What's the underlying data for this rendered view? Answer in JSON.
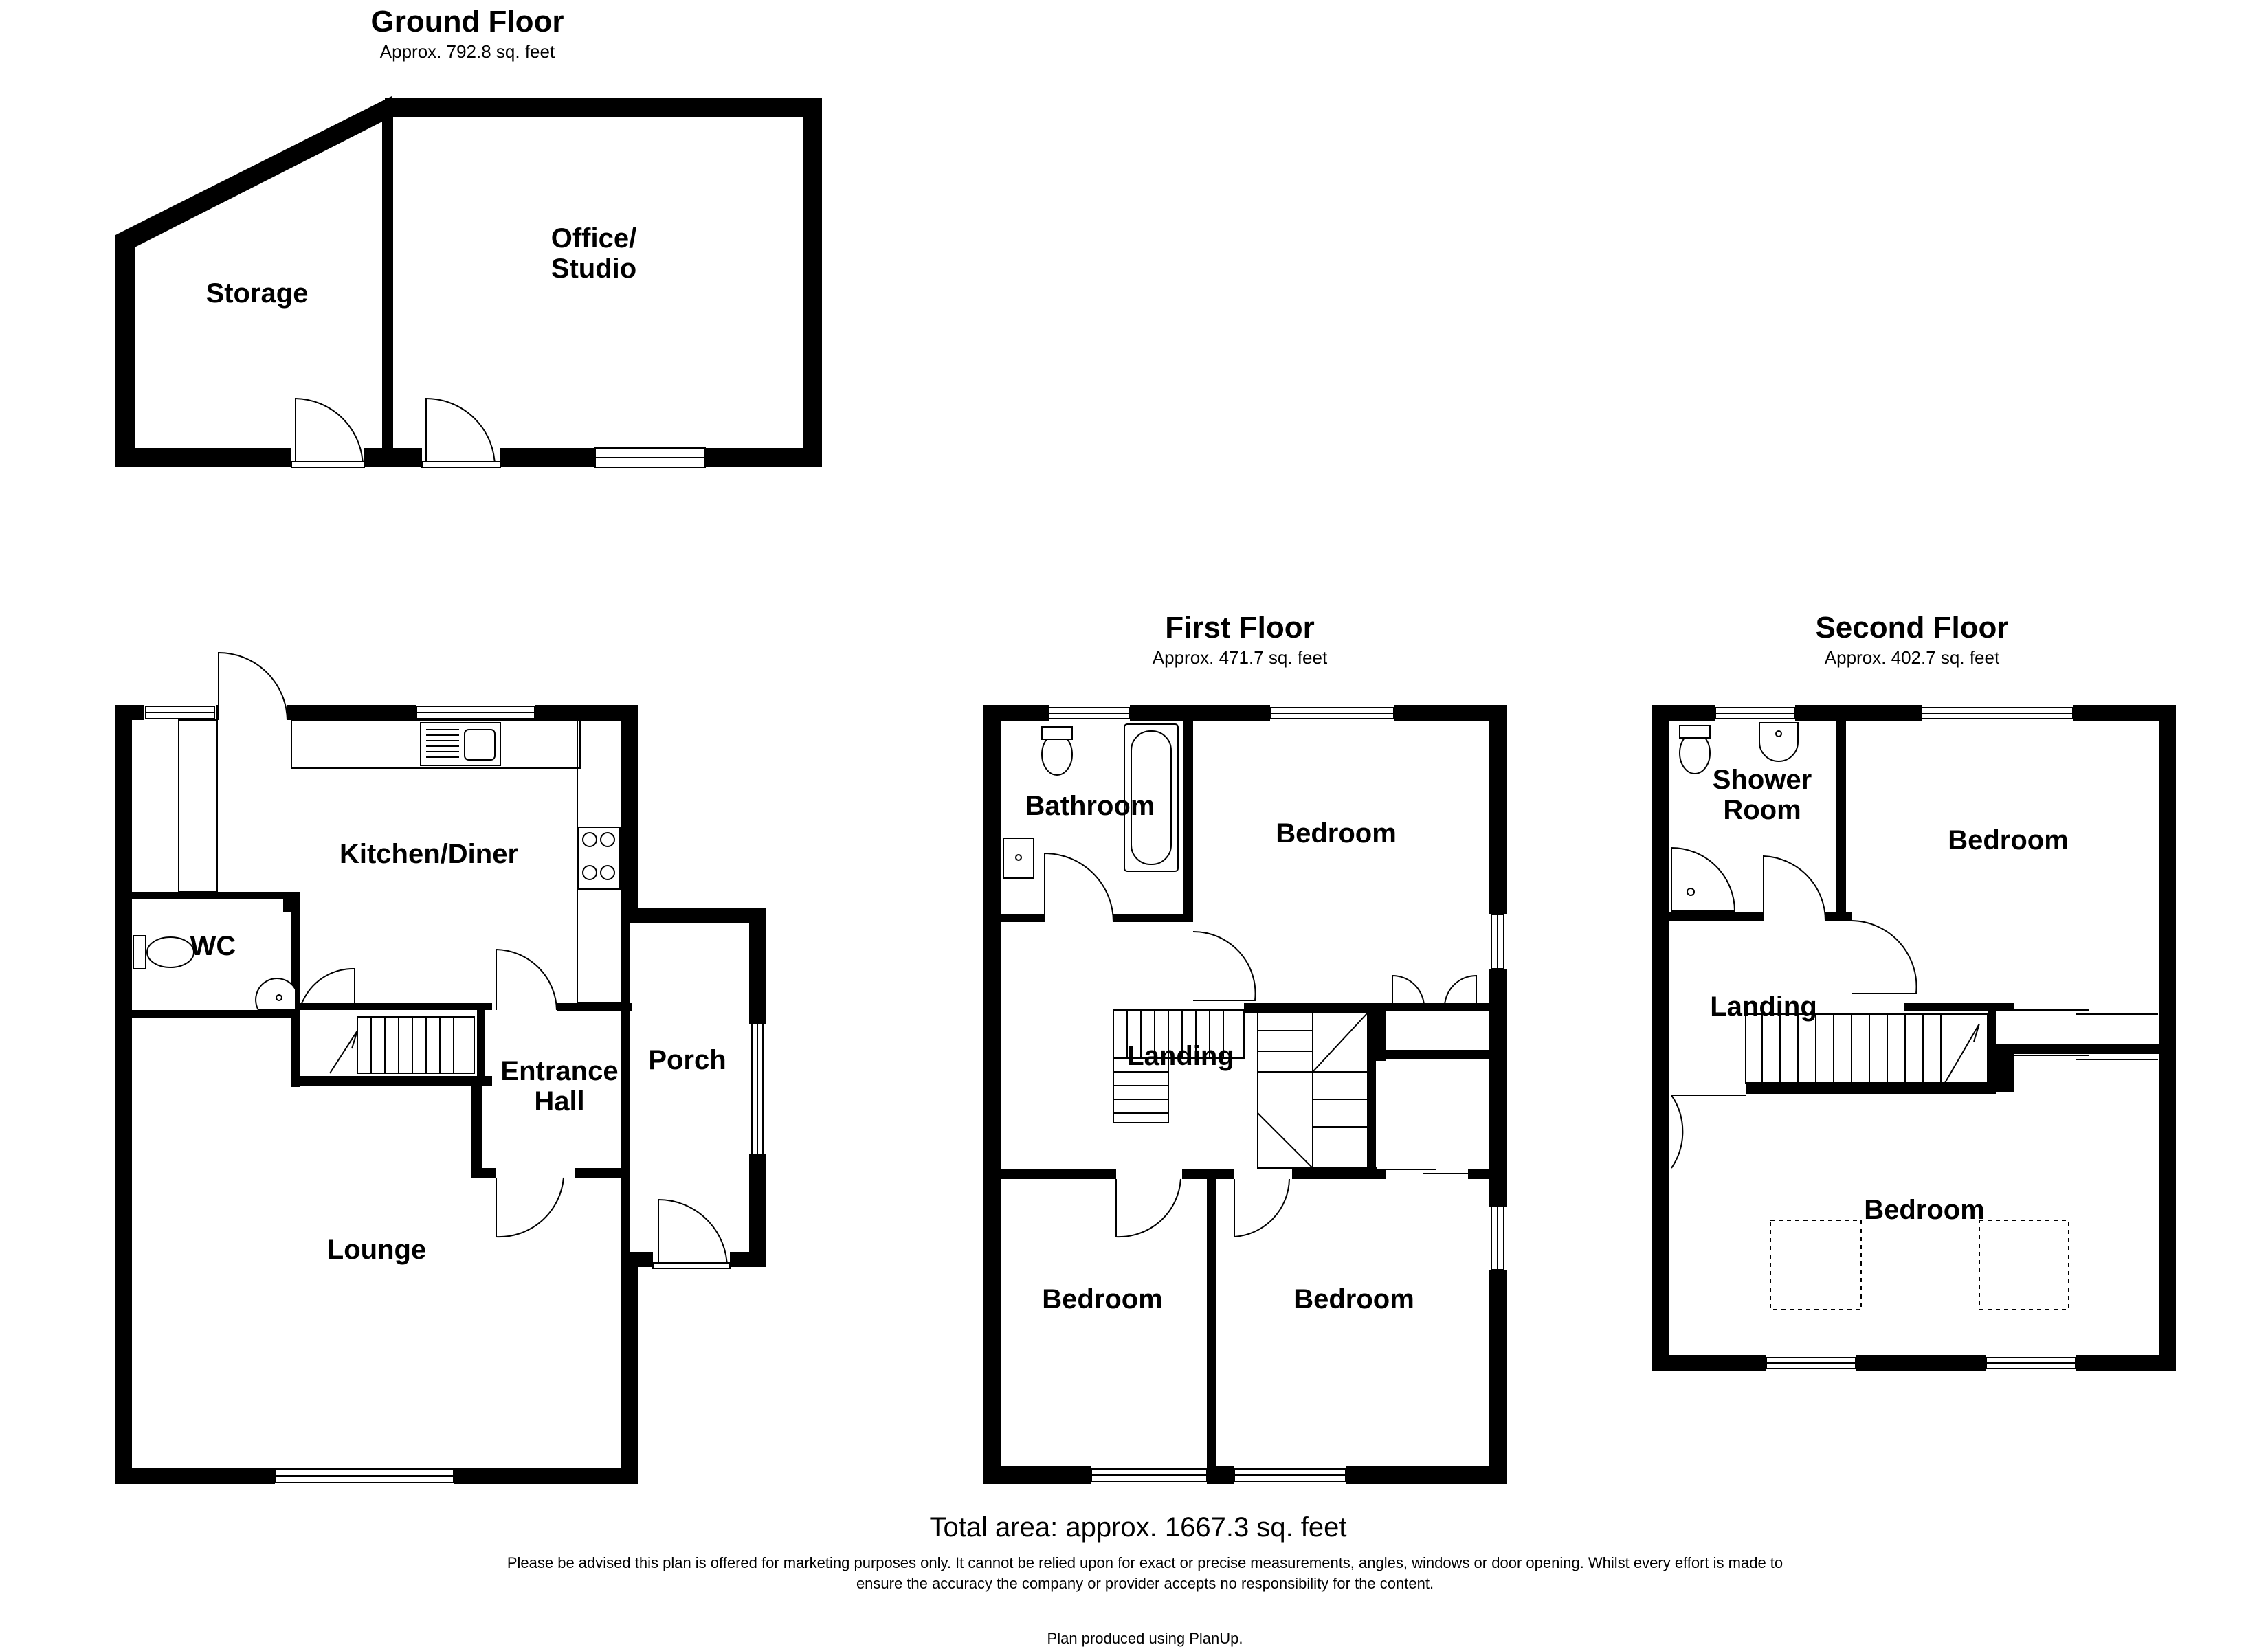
{
  "floors": {
    "ground": {
      "title": "Ground Floor",
      "area": "Approx. 792.8 sq. feet"
    },
    "first": {
      "title": "First Floor",
      "area": "Approx. 471.7 sq. feet"
    },
    "second": {
      "title": "Second Floor",
      "area": "Approx. 402.7 sq. feet"
    }
  },
  "rooms": {
    "storage": "Storage",
    "office_1": "Office/",
    "office_2": "Studio",
    "kitchen": "Kitchen/Diner",
    "wc": "WC",
    "entrance_1": "Entrance",
    "entrance_2": "Hall",
    "porch": "Porch",
    "lounge": "Lounge",
    "bathroom": "Bathroom",
    "ff_bedroom_main": "Bedroom",
    "ff_landing": "Landing",
    "ff_bedroom_left": "Bedroom",
    "ff_bedroom_right": "Bedroom",
    "shower_1": "Shower",
    "shower_2": "Room",
    "sf_bedroom_top": "Bedroom",
    "sf_landing": "Landing",
    "sf_bedroom_bottom": "Bedroom"
  },
  "footer": {
    "total": "Total area: approx. 1667.3 sq. feet",
    "disclaimer_1": "Please be advised this plan is offered for marketing purposes only. It cannot be relied upon for exact or precise measurements, angles, windows or door opening. Whilst every effort is made to",
    "disclaimer_2": "ensure the accuracy the company or provider accepts no responsibility for the content.",
    "produced": "Plan produced using PlanUp."
  }
}
